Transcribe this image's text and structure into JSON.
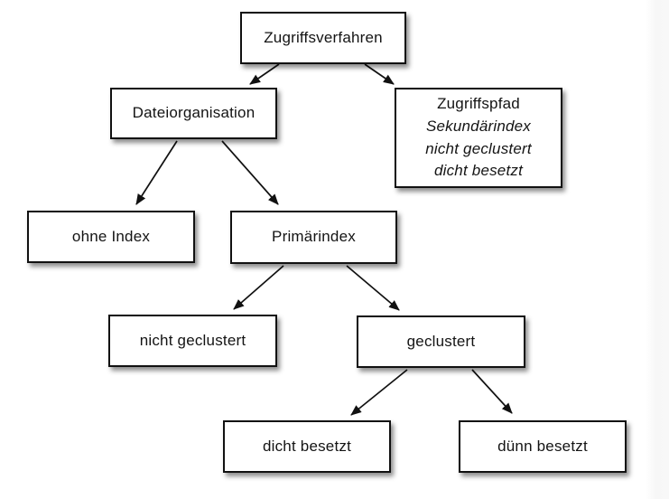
{
  "diagram": {
    "type": "tree",
    "language": "de",
    "colors": {
      "background": "#ffffff",
      "box_fill": "#ffffff",
      "box_border": "#111111",
      "text": "#141414",
      "arrow": "#111111",
      "right_edge_shading": "#f7f7f7"
    },
    "nodes": {
      "zugriffsverfahren": {
        "label": "Zugriffsverfahren"
      },
      "dateiorganisation": {
        "label": "Dateiorganisation"
      },
      "zugriffspfad": {
        "line1": "Zugriffspfad",
        "line2": "Sekundärindex",
        "line3": "nicht geclustert",
        "line4": "dicht besetzt"
      },
      "ohne_index": {
        "label": "ohne Index"
      },
      "primaerindex": {
        "label": "Primärindex"
      },
      "nicht_geclustert": {
        "label": "nicht geclustert"
      },
      "geclustert": {
        "label": "geclustert"
      },
      "dicht_besetzt": {
        "label": "dicht besetzt"
      },
      "duenn_besetzt": {
        "label": "dünn besetzt"
      }
    },
    "edges": [
      {
        "from": "Zugriffsverfahren",
        "to": "Dateiorganisation"
      },
      {
        "from": "Zugriffsverfahren",
        "to": "Zugriffspfad"
      },
      {
        "from": "Dateiorganisation",
        "to": "ohne Index"
      },
      {
        "from": "Dateiorganisation",
        "to": "Primärindex"
      },
      {
        "from": "Primärindex",
        "to": "nicht geclustert"
      },
      {
        "from": "Primärindex",
        "to": "geclustert"
      },
      {
        "from": "geclustert",
        "to": "dicht besetzt"
      },
      {
        "from": "geclustert",
        "to": "dünn besetzt"
      }
    ]
  }
}
